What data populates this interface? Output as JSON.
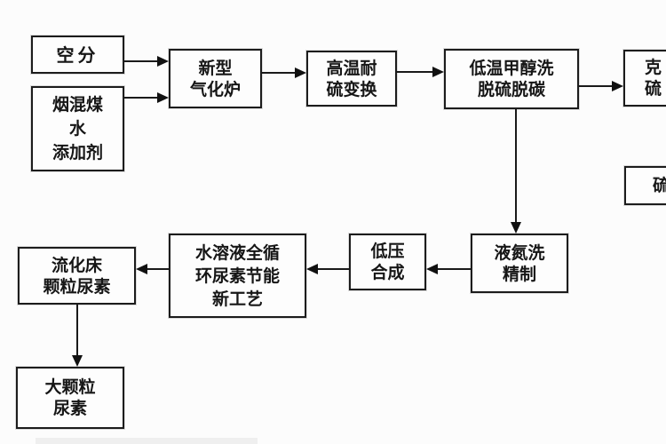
{
  "diagram": {
    "title_hint": "coal-to-urea process flow diagram",
    "background_color": "#fcfcfc",
    "line_color": "#1a1a1a",
    "nodes": {
      "air_separation": {
        "lines": [
          "空分"
        ]
      },
      "coal_water_additive": {
        "lines": [
          "烟混煤",
          "水",
          "添加剂"
        ]
      },
      "gasifier": {
        "lines": [
          "新型",
          "气化炉"
        ]
      },
      "shift": {
        "lines": [
          "高温耐",
          "硫变换"
        ]
      },
      "methanol_wash": {
        "lines": [
          "低温甲醇洗",
          "脱硫脱碳"
        ]
      },
      "claus_partial": {
        "lines": [
          "克",
          "硫"
        ]
      },
      "sulfur_partial": {
        "lines": [
          "硫"
        ]
      },
      "nitrogen_wash": {
        "lines": [
          "液氮洗",
          "精制"
        ]
      },
      "low_pressure_synthesis": {
        "lines": [
          "低压",
          "合成"
        ]
      },
      "urea_process": {
        "lines": [
          "水溶液全循",
          "环尿素节能",
          "新工艺"
        ]
      },
      "fluidized_bed_urea": {
        "lines": [
          "流化床",
          "颗粒尿素"
        ]
      },
      "large_granule_urea": {
        "lines": [
          "大颗粒",
          "尿素"
        ]
      }
    },
    "edges": [
      {
        "from": "air_separation",
        "to": "gasifier"
      },
      {
        "from": "coal_water_additive",
        "to": "gasifier"
      },
      {
        "from": "gasifier",
        "to": "shift"
      },
      {
        "from": "shift",
        "to": "methanol_wash"
      },
      {
        "from": "methanol_wash",
        "to": "claus_partial"
      },
      {
        "from": "methanol_wash",
        "to": "nitrogen_wash"
      },
      {
        "from": "nitrogen_wash",
        "to": "low_pressure_synthesis"
      },
      {
        "from": "low_pressure_synthesis",
        "to": "urea_process"
      },
      {
        "from": "urea_process",
        "to": "fluidized_bed_urea"
      },
      {
        "from": "fluidized_bed_urea",
        "to": "large_granule_urea"
      }
    ]
  }
}
